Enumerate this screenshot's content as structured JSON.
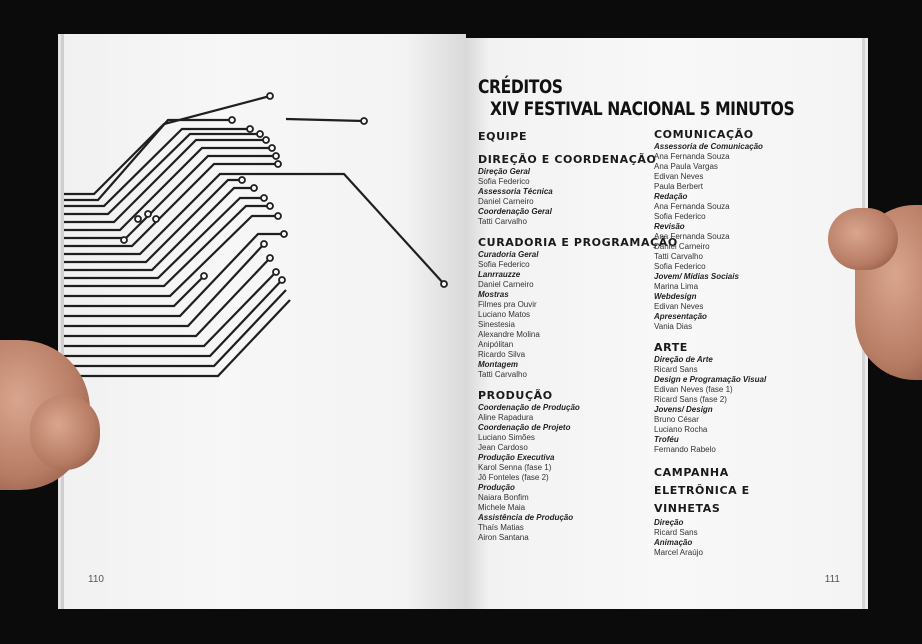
{
  "left_page": {
    "page_number": "110"
  },
  "right_page": {
    "page_number": "111",
    "title": "CRÉDITOS",
    "subtitle": "XIV FESTIVAL NACIONAL 5 MINUTOS"
  },
  "columns": [
    [
      {
        "heading": "EQUIPE",
        "entries": []
      },
      {
        "heading": "DIREÇÃO E COORDENAÇÃO",
        "entries": [
          {
            "text": "Direção Geral",
            "role": true
          },
          {
            "text": "Sofia Federico",
            "role": false
          },
          {
            "text": "Assessoria Técnica",
            "role": true
          },
          {
            "text": "Daniel Carneiro",
            "role": false
          },
          {
            "text": "Coordenação Geral",
            "role": true
          },
          {
            "text": "Tatti Carvalho",
            "role": false
          }
        ]
      },
      {
        "heading": "CURADORIA E PROGRAMAÇÃO",
        "entries": [
          {
            "text": "Curadoria Geral",
            "role": true
          },
          {
            "text": "Sofia Federico",
            "role": false
          },
          {
            "text": "Lanrrauzze",
            "role": true
          },
          {
            "text": "Daniel Carneiro",
            "role": false
          },
          {
            "text": "Mostras",
            "role": true
          },
          {
            "text": "Filmes pra Ouvir",
            "role": false
          },
          {
            "text": "Luciano Matos",
            "role": false
          },
          {
            "text": "Sinestesia",
            "role": false
          },
          {
            "text": "Alexandre Molina",
            "role": false
          },
          {
            "text": "Anipólitan",
            "role": false
          },
          {
            "text": "Ricardo Silva",
            "role": false
          },
          {
            "text": "Montagem",
            "role": true
          },
          {
            "text": "Tatti Carvalho",
            "role": false
          }
        ]
      },
      {
        "heading": "PRODUÇÃO",
        "entries": [
          {
            "text": "Coordenação de Produção",
            "role": true
          },
          {
            "text": "Aline Rapadura",
            "role": false
          },
          {
            "text": "Coordenação de Projeto",
            "role": true
          },
          {
            "text": "Luciano Simões",
            "role": false
          },
          {
            "text": "Jean Cardoso",
            "role": false
          },
          {
            "text": "Produção Executiva",
            "role": true
          },
          {
            "text": "Karol Senna (fase 1)",
            "role": false
          },
          {
            "text": "Jô Fonteles (fase 2)",
            "role": false
          },
          {
            "text": "Produção",
            "role": true
          },
          {
            "text": "Naiara Bonfim",
            "role": false
          },
          {
            "text": "Michele Maia",
            "role": false
          },
          {
            "text": "Assistência de Produção",
            "role": true
          },
          {
            "text": "Thaís Matias",
            "role": false
          },
          {
            "text": "Airon Santana",
            "role": false
          }
        ]
      }
    ],
    [
      {
        "heading": "COMUNICAÇÃO",
        "entries": [
          {
            "text": "Assessoria de Comunicação",
            "role": true
          },
          {
            "text": "Ana Fernanda Souza",
            "role": false
          },
          {
            "text": "Ana Paula Vargas",
            "role": false
          },
          {
            "text": "Edivan Neves",
            "role": false
          },
          {
            "text": "Paula Berbert",
            "role": false
          },
          {
            "text": "Redação",
            "role": true
          },
          {
            "text": "Ana Fernanda Souza",
            "role": false
          },
          {
            "text": "Sofia Federico",
            "role": false
          },
          {
            "text": "Revisão",
            "role": true
          },
          {
            "text": "Ana Fernanda Souza",
            "role": false
          },
          {
            "text": "Daniel Carneiro",
            "role": false
          },
          {
            "text": "Tatti Carvalho",
            "role": false
          },
          {
            "text": "Sofia Federico",
            "role": false
          },
          {
            "text": "Jovem/ Mídias Sociais",
            "role": true
          },
          {
            "text": "Marina Lima",
            "role": false
          },
          {
            "text": "Webdesign",
            "role": true
          },
          {
            "text": "Edivan Neves",
            "role": false
          },
          {
            "text": "Apresentação",
            "role": true
          },
          {
            "text": "Vania Dias",
            "role": false
          }
        ]
      },
      {
        "heading": "ARTE",
        "entries": [
          {
            "text": "Direção de Arte",
            "role": true
          },
          {
            "text": "Ricard Sans",
            "role": false
          },
          {
            "text": "Design e Programação Visual",
            "role": true
          },
          {
            "text": "Edivan Neves (fase 1)",
            "role": false
          },
          {
            "text": "Ricard Sans (fase 2)",
            "role": false
          },
          {
            "text": "Jovens/ Design",
            "role": true
          },
          {
            "text": "Bruno César",
            "role": false
          },
          {
            "text": "Luciano Rocha",
            "role": false
          },
          {
            "text": "Troféu",
            "role": true
          },
          {
            "text": "Fernando Rabelo",
            "role": false
          }
        ]
      },
      {
        "heading": "CAMPANHA ELETRÔNICA E VINHETAS",
        "entries": [
          {
            "text": "Direção",
            "role": true
          },
          {
            "text": "Ricard Sans",
            "role": false
          },
          {
            "text": "Animação",
            "role": true
          },
          {
            "text": "Marcel Araújo",
            "role": false
          }
        ]
      }
    ]
  ]
}
